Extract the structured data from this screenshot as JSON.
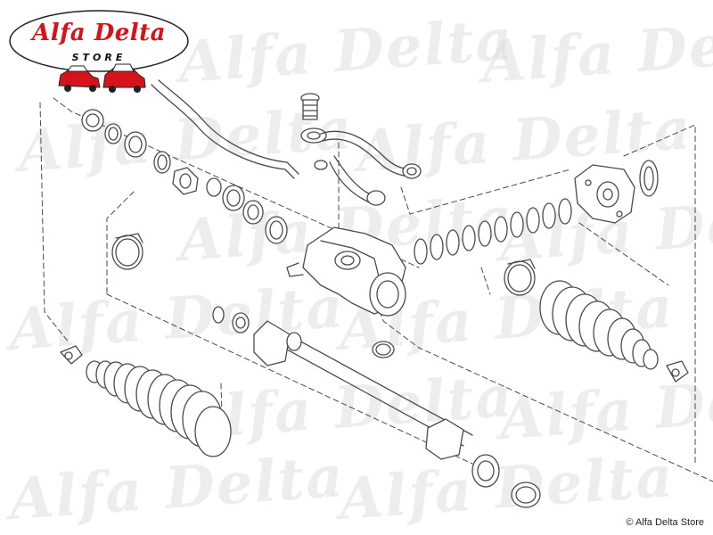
{
  "logo": {
    "brand": "Alfa Delta",
    "sub": "STORE",
    "brand_color": "#d6121b"
  },
  "watermark": {
    "text": "Alfa Delta"
  },
  "copyright": "© Alfa Delta Store",
  "colors": {
    "line": "#4a4a4a",
    "fill": "#ffffff",
    "watermark": "#d9d9d9"
  }
}
